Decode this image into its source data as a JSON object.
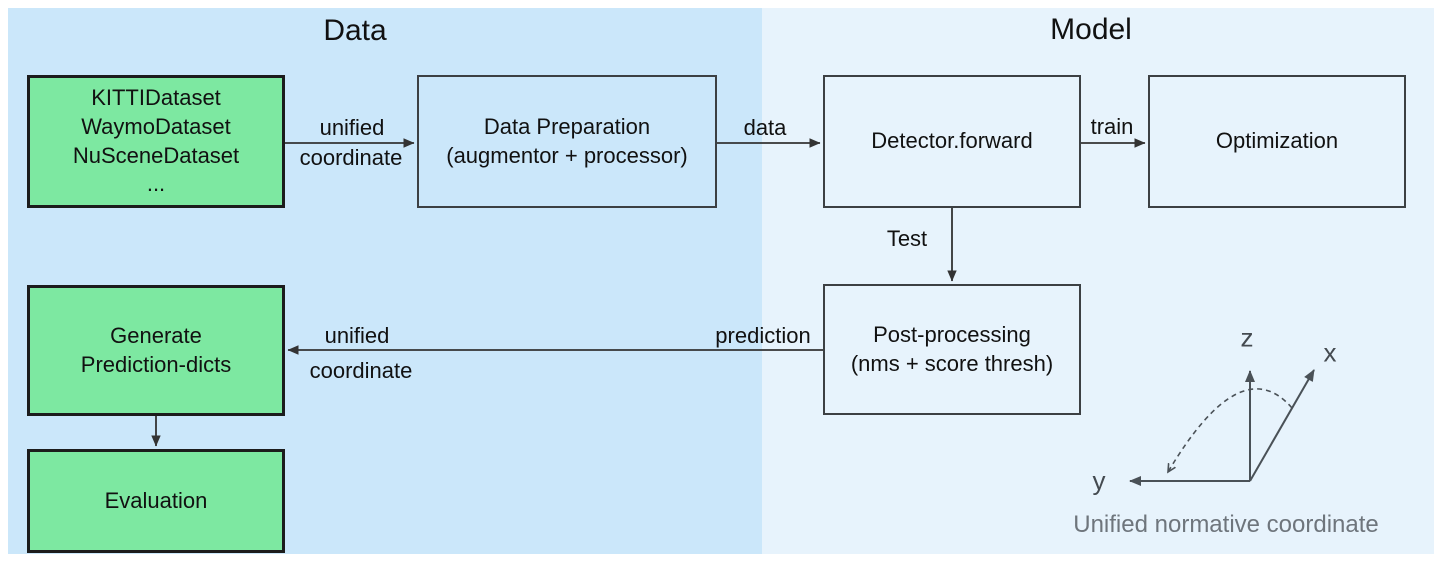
{
  "diagram": {
    "sections": [
      {
        "id": "data",
        "title": "Data"
      },
      {
        "id": "model",
        "title": "Model"
      }
    ],
    "nodes": {
      "datasets": {
        "lines": [
          "KITTIDataset",
          "WaymoDataset",
          "NuSceneDataset",
          "..."
        ]
      },
      "data_preparation": {
        "lines": [
          "Data Preparation",
          "(augmentor + processor)"
        ]
      },
      "detector_forward": {
        "lines": [
          "Detector.forward"
        ]
      },
      "optimization": {
        "lines": [
          "Optimization"
        ]
      },
      "post_processing": {
        "lines": [
          "Post-processing",
          "(nms + score thresh)"
        ]
      },
      "generate_prediction_dicts": {
        "lines": [
          "Generate",
          "Prediction-dicts"
        ]
      },
      "evaluation": {
        "lines": [
          "Evaluation"
        ]
      }
    },
    "edge_labels": {
      "datasets_to_dataprep_top": "unified",
      "datasets_to_dataprep_bottom": "coordinate",
      "dataprep_to_detector": "data",
      "detector_to_optimization": "train",
      "detector_to_postprocessing": "Test",
      "postprocessing_prediction": "prediction",
      "postprocessing_to_generate_top": "unified",
      "postprocessing_to_generate_bottom": "coordinate"
    },
    "axes": {
      "z": "z",
      "x": "x",
      "y": "y",
      "caption": "Unified normative coordinate"
    },
    "colors": {
      "data_region": "#cbe7fa",
      "model_region": "#e7f3fc",
      "node_green": "#7de8a1",
      "node_border_dark": "#1c1c1c",
      "node_border_light": "#3c4043",
      "arrow": "#333333",
      "axes": "#4a5157",
      "caption_text": "#6e757c"
    }
  }
}
